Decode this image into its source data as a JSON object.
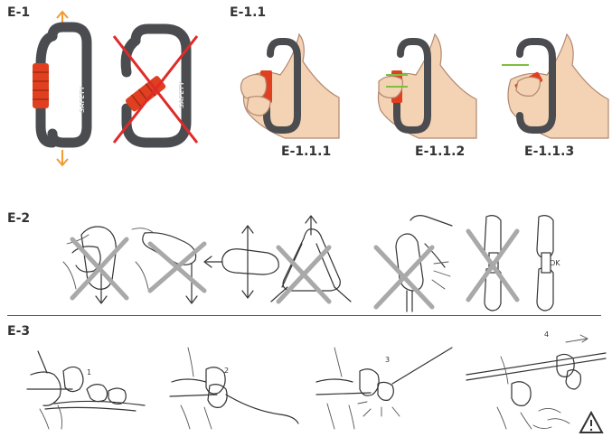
{
  "sections": {
    "e1": "E-1",
    "e11": "E-1.1",
    "e2": "E-2",
    "e3": "E-3"
  },
  "subfigures": {
    "e111": "E-1.1.1",
    "e112": "E-1.1.2",
    "e113": "E-1.1.3"
  },
  "carabiner_text": "SAFETY",
  "e2_ok_label": "OK",
  "e3_steps": [
    "1",
    "2",
    "3",
    "4"
  ],
  "colors": {
    "label_text": "#333333",
    "arrow_orange": "#f29b30",
    "gate_red": "#e0401f",
    "carabiner_gray": "#4a4c4f",
    "cross_red": "#e02a2a",
    "cross_gray": "#a9a9a9",
    "indicator_green": "#7fbf3f",
    "divider": "#555555"
  }
}
